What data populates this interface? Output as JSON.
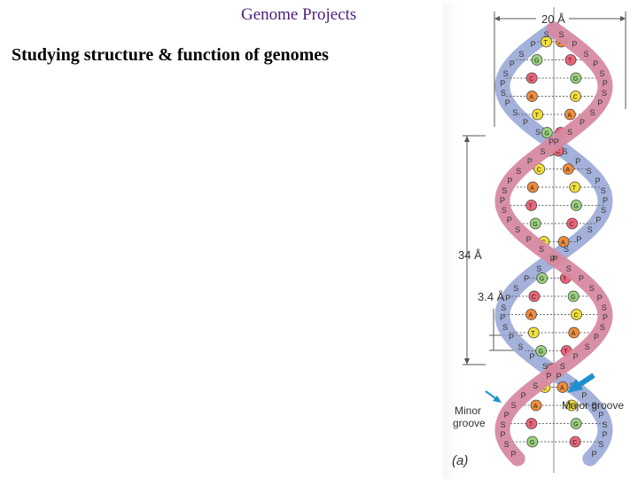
{
  "slide": {
    "title": "Genome Projects",
    "subtitle": "Studying structure & function of genomes"
  },
  "figure": {
    "labels": {
      "diameter": "20 Å",
      "pitch": "34 Å",
      "rise": "3.4 Å",
      "minor_groove": [
        "Minor",
        "groove"
      ],
      "major_groove": "Major groove",
      "panel": "(a)"
    },
    "backbone_letters": {
      "sugar": "S",
      "phosphate": "P"
    },
    "base_letters": [
      "A",
      "T",
      "G",
      "C"
    ],
    "colors": {
      "strand_front": "#d78aa2",
      "strand_back": "#9aa8d6",
      "adenine": "#f08c3c",
      "thymine": "#f3df3a",
      "guanine": "#ec6478",
      "cytosine": "#9bd37e",
      "arrow": "#1f8fd0",
      "title": "#4b1f7a"
    }
  }
}
